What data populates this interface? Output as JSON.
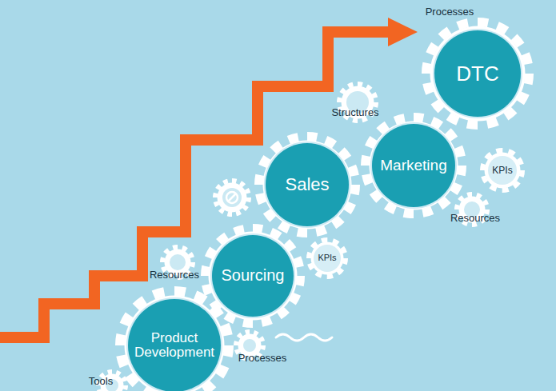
{
  "diagram": {
    "nodes": [
      {
        "text": [
          "DTC"
        ]
      },
      {
        "text": [
          "Marketing"
        ]
      },
      {
        "text": [
          "KPIs"
        ]
      },
      {
        "text": [
          "Sales"
        ]
      },
      {
        "text": [
          "KPIs"
        ]
      },
      {
        "text": [
          "Sourcing"
        ]
      },
      {
        "text": [
          "Product Development"
        ]
      }
    ],
    "labels": [
      "Processes",
      "Structures",
      "Resources",
      "Resources",
      "Processes",
      "Tools"
    ]
  }
}
